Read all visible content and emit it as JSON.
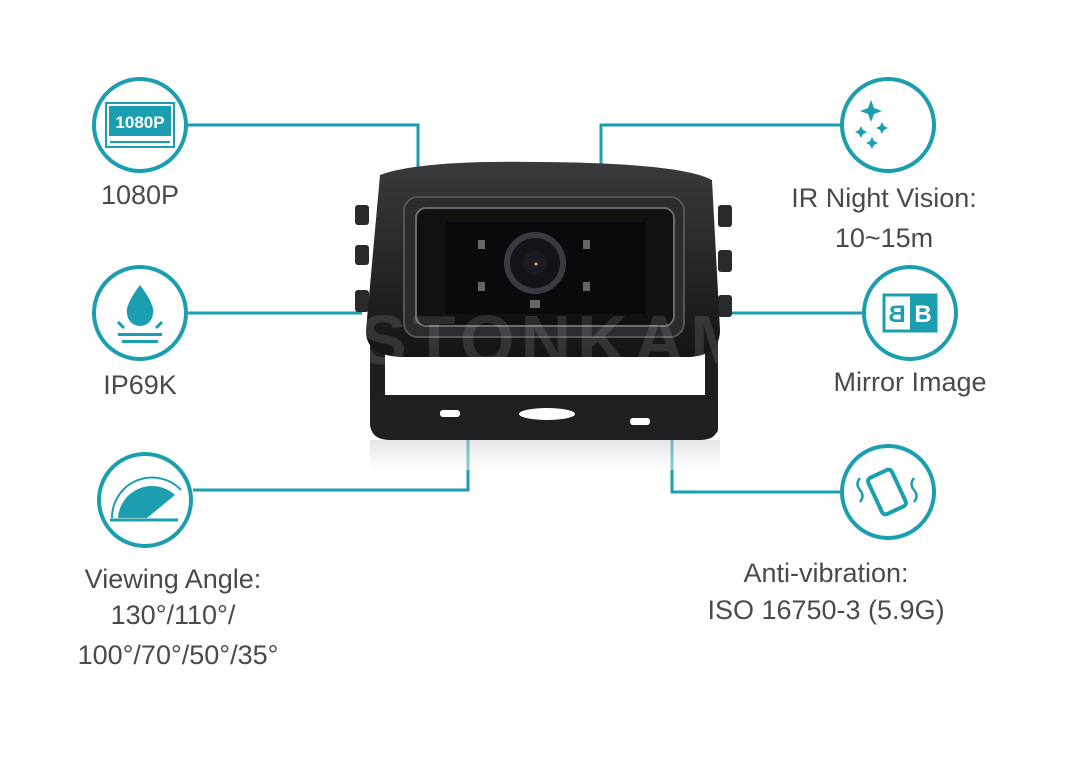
{
  "accent_color": "#1b9fb0",
  "watermark": "STONKAM®",
  "features": {
    "resolution": {
      "icon": "1080p-screen-icon",
      "icon_text": "1080P",
      "label": "1080P"
    },
    "waterproof": {
      "icon": "water-drop-icon",
      "label": "IP69K"
    },
    "viewing_angle": {
      "icon": "viewing-angle-icon",
      "label_1": "Viewing Angle:",
      "label_2": "130°/110°/",
      "label_3": "100°/70°/50°/35°"
    },
    "night_vision": {
      "icon": "moon-stars-icon",
      "label_1": "IR Night Vision:",
      "label_2": "10~15m"
    },
    "mirror": {
      "icon": "mirror-image-icon",
      "label": "Mirror Image"
    },
    "vibration": {
      "icon": "vibrating-phone-icon",
      "label_1": "Anti-vibration:",
      "label_2": "ISO 16750-3 (5.9G)"
    }
  }
}
